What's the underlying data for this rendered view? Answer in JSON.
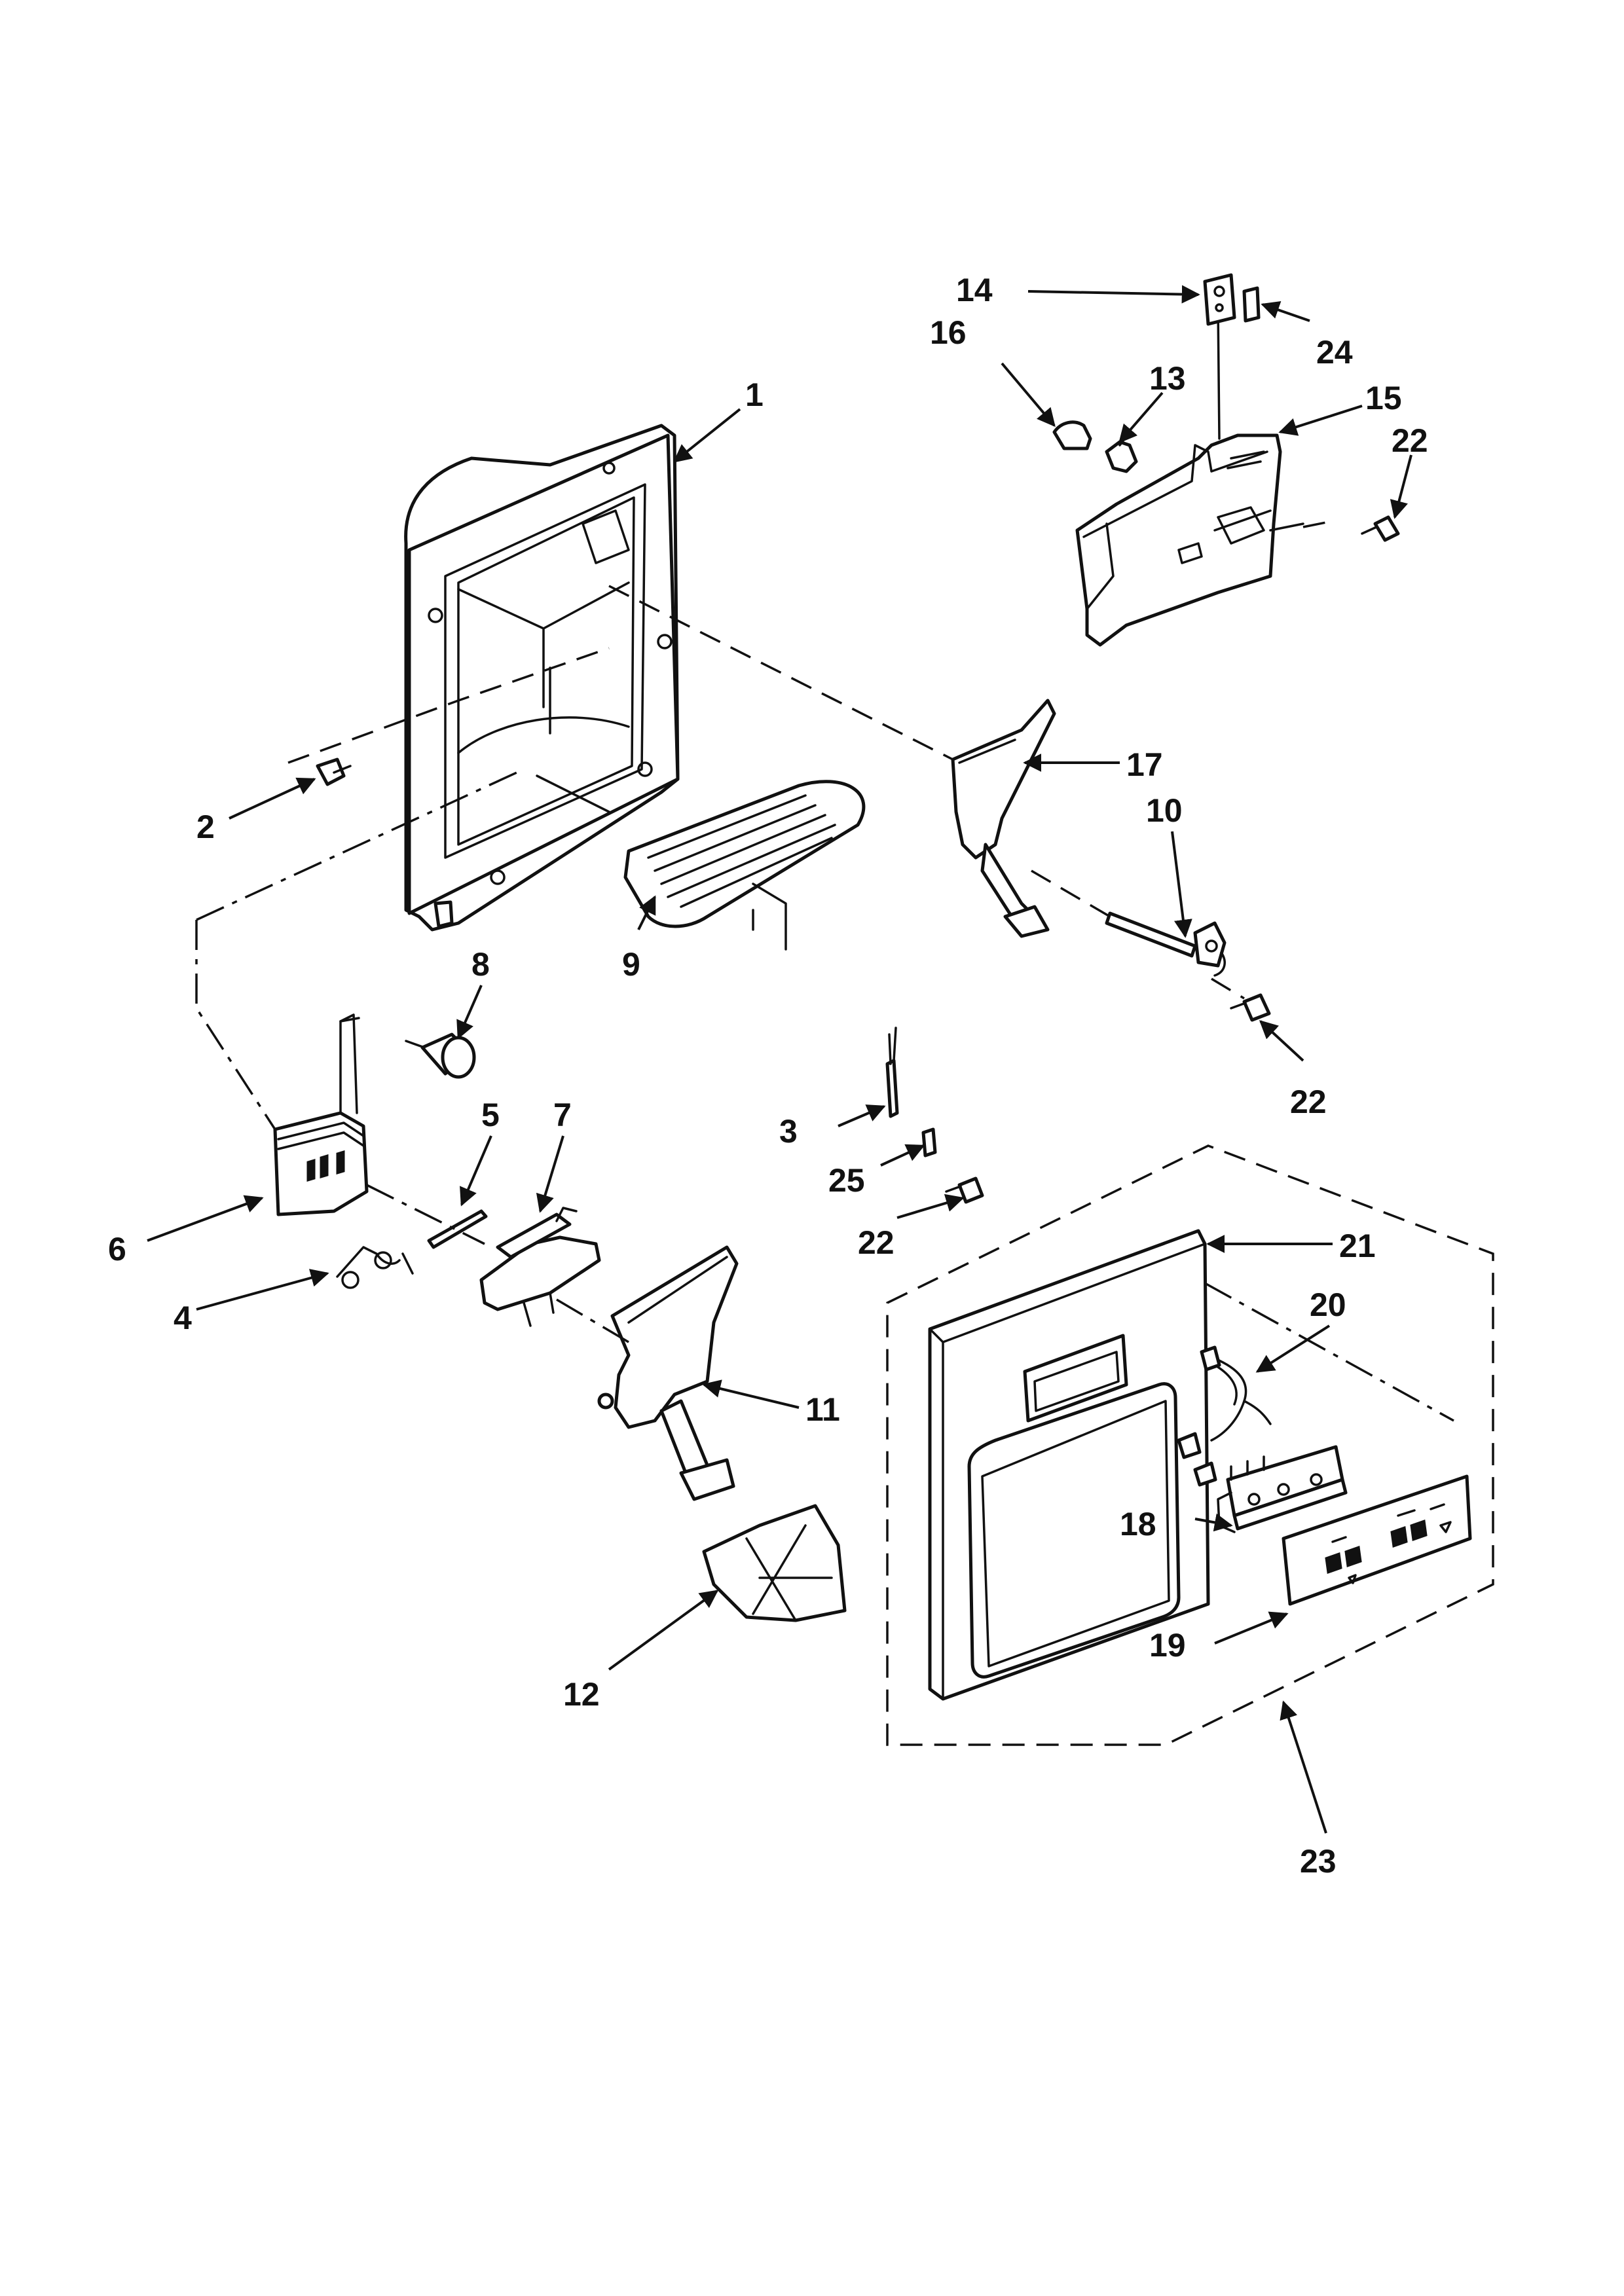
{
  "diagram": {
    "callouts": {
      "c1": "1",
      "c2": "2",
      "c3": "3",
      "c4": "4",
      "c5": "5",
      "c6": "6",
      "c7": "7",
      "c8": "8",
      "c9": "9",
      "c10": "10",
      "c11": "11",
      "c12": "12",
      "c13": "13",
      "c14": "14",
      "c15": "15",
      "c16": "16",
      "c17": "17",
      "c18": "18",
      "c19": "19",
      "c20": "20",
      "c21": "21",
      "c22a": "22",
      "c22b": "22",
      "c22c": "22",
      "c23": "23",
      "c24": "24",
      "c25": "25"
    },
    "colors": {
      "ink": "#111111",
      "paper": "#ffffff",
      "shade": "#d6d6d6"
    }
  }
}
